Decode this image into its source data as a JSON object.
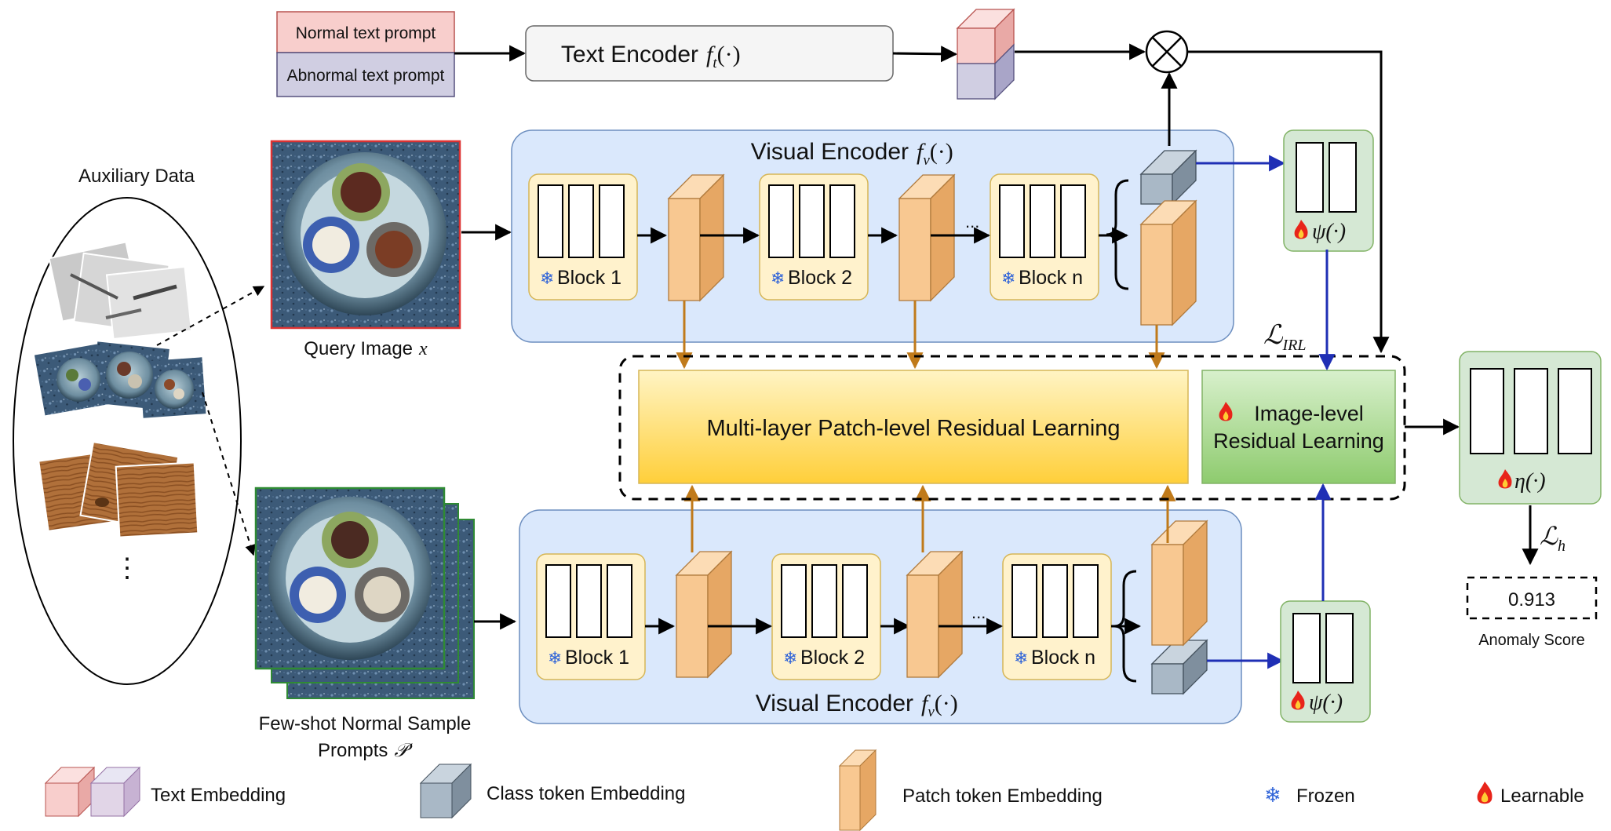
{
  "prompts": {
    "normal": "Normal text prompt",
    "abnormal": "Abnormal text prompt"
  },
  "text_encoder": {
    "label": "Text Encoder",
    "symbol": "f",
    "sub": "t",
    "arg": "(·)"
  },
  "auxiliary": {
    "title": "Auxiliary Data",
    "ellipsis": "⋮"
  },
  "query_image": {
    "label": "Query Image",
    "symbol": "x"
  },
  "fewshot": {
    "line1": "Few-shot Normal Sample",
    "line2": "Prompts",
    "symbol": "𝒫′"
  },
  "visual_encoder": {
    "label": "Visual Encoder",
    "symbol": "f",
    "sub": "v",
    "arg": "(·)",
    "blocks": [
      "Block 1",
      "Block 2",
      "Block n"
    ],
    "dots": "..."
  },
  "patch_residual": "Multi-layer Patch-level Residual Learning",
  "image_residual": {
    "line1": "Image-level",
    "line2": "Residual Learning"
  },
  "psi": "ψ(·)",
  "eta": "η(·)",
  "loss_irl": {
    "main": "ℒ",
    "sub": "IRL"
  },
  "loss_h": {
    "main": "ℒ",
    "sub": "h"
  },
  "score": {
    "value": "0.913",
    "label": "Anomaly Score"
  },
  "legend": {
    "text_embedding": "Text Embedding",
    "class_embedding": "Class token Embedding",
    "patch_embedding": "Patch token Embedding",
    "frozen": "Frozen",
    "learnable": "Learnable"
  },
  "colors": {
    "encoder_fill": "#dae8fc",
    "encoder_stroke": "#6c8ebf",
    "block_fill": "#fff2cc",
    "block_stroke": "#d6b656",
    "patch_fill": "#f8c891",
    "class_fill": "#a9b8c6",
    "head_fill": "#d5e8d4",
    "head_stroke": "#82b366",
    "patch_arrow": "#c07a1a",
    "blue_arrow": "#1f2fb5",
    "normal_prompt": "#f8cecc",
    "abnormal_prompt": "#d0cee2"
  }
}
